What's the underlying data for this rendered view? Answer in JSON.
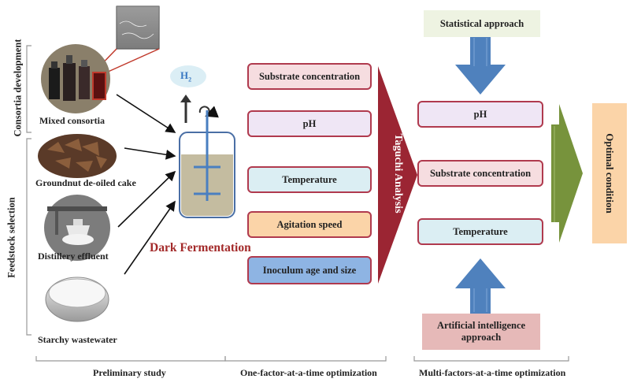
{
  "side_labels": {
    "consortia": "Consortia development",
    "feedstock": "Feedstock selection"
  },
  "feedstocks": {
    "mixed": "Mixed consortia",
    "groundnut": "Groundnut de-oiled cake",
    "distillery": "Distillery effluent",
    "starchy": "Starchy wastewater"
  },
  "reactor": {
    "gas": "H",
    "gas_sub": "2",
    "process": "Dark Fermentation"
  },
  "ofat_factors": [
    "Substrate concentration",
    "pH",
    "Temperature",
    "Agitation speed",
    "Inoculum age and size"
  ],
  "taguchi": "Taguchi Analysis",
  "statistical": "Statistical approach",
  "mfat_factors": [
    "pH",
    "Substrate concentration",
    "Temperature"
  ],
  "ai": "Artificial intelligence approach",
  "optimal": "Optimal condition",
  "phases": {
    "preliminary": "Preliminary study",
    "ofat": "One-factor-at-a-time optimization",
    "mfat": "Multi-factors-at-a-time optimization"
  },
  "colors": {
    "box_border": "#b03a4e",
    "box_pink": "#f6dde0",
    "box_blue": "#dbeef3",
    "box_orange": "#fbd4a8",
    "box_steel": "#8eb4e3",
    "box_lavender": "#efe6f5",
    "taguchi_red": "#9b2533",
    "arrow_blue": "#4f81bd",
    "arrow_green": "#77933c",
    "dark_fermentation": "#a32a2a"
  }
}
